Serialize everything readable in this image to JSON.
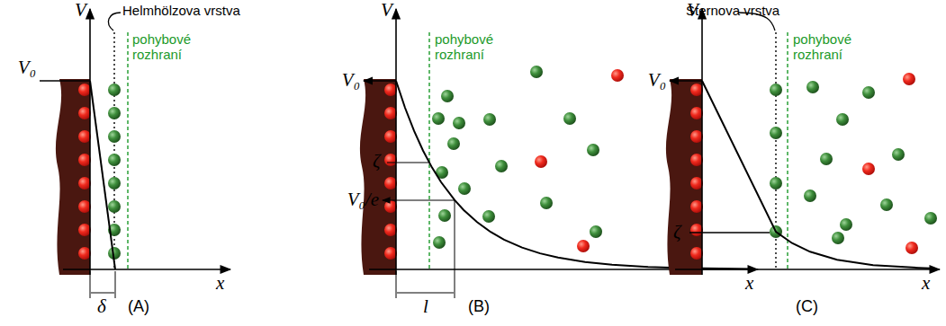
{
  "diagram": {
    "labels": [
      "Helmhölzova vrstva",
      "pohybové rozhraní",
      "V",
      "V₀",
      "x",
      "δ",
      "(A)",
      "V",
      "V₀",
      "pohybové rozhraní",
      "ζ",
      "V₀/e",
      "x",
      "l",
      "(B)",
      "Sternova vrstva",
      "V",
      "V₀",
      "pohybové rozhraní",
      "ζ",
      "x",
      "(C)"
    ]
  }
}
